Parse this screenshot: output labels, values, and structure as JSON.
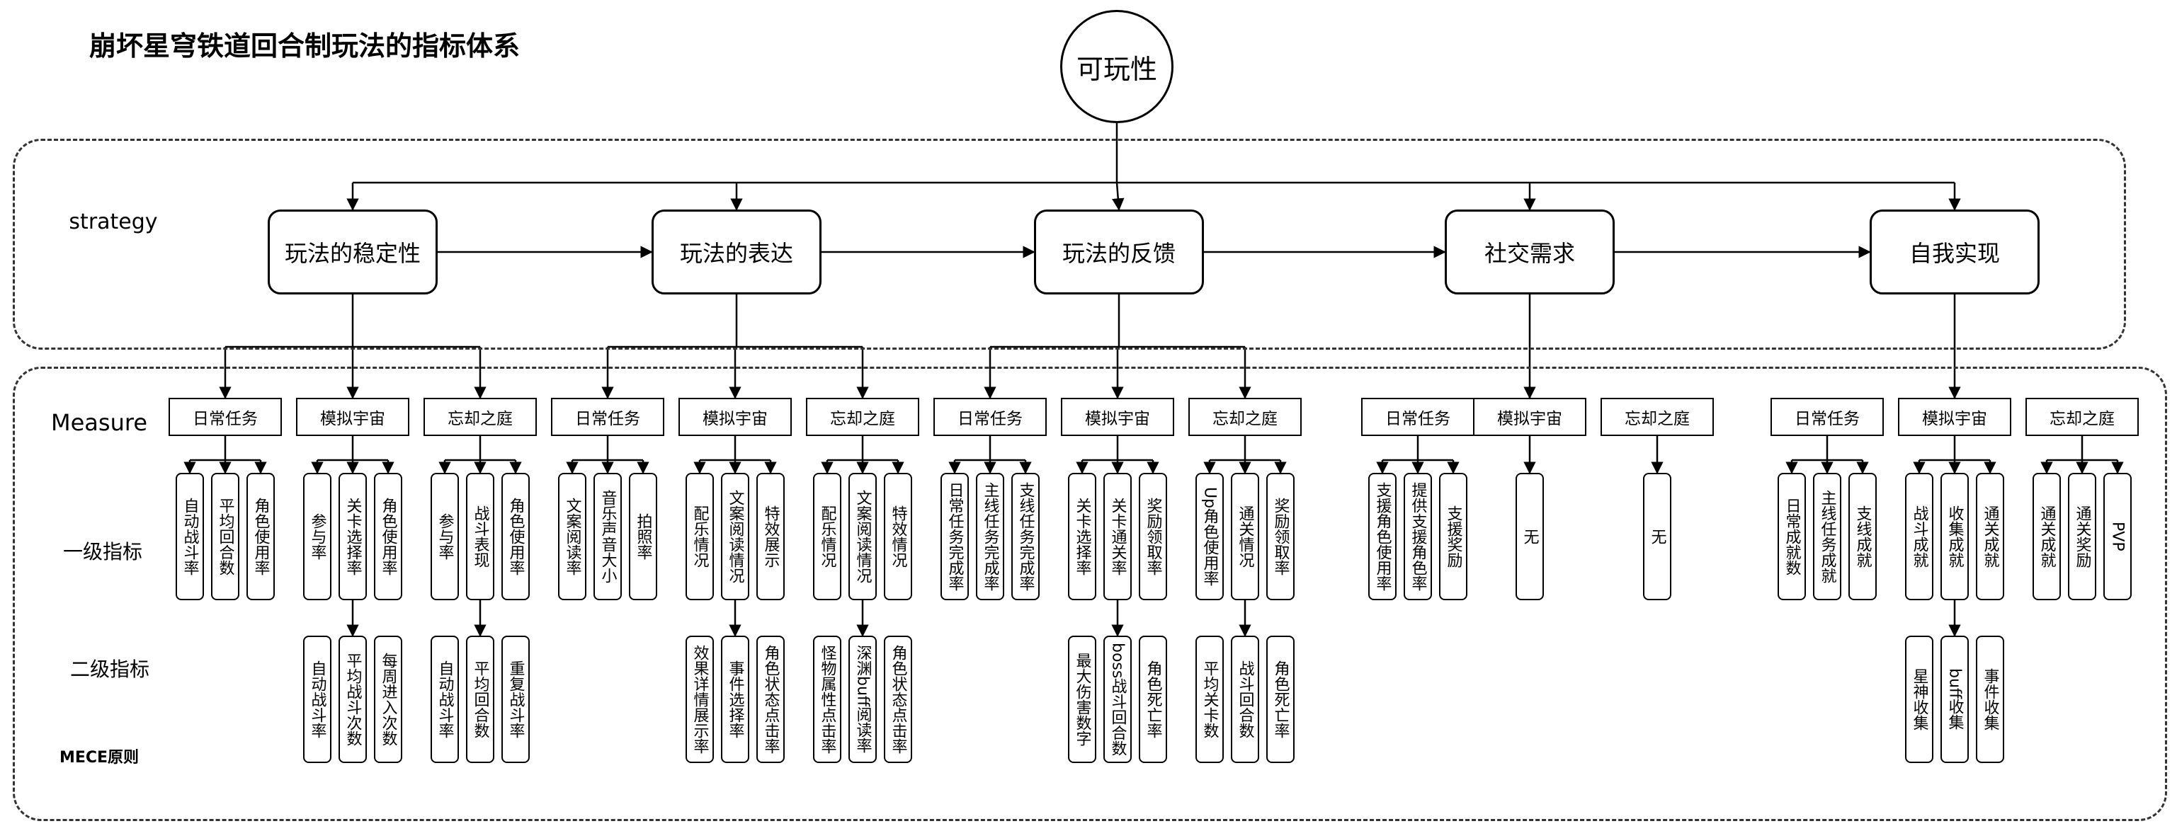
{
  "title": "崩坏星穹铁道回合制玩法的指标体系",
  "root_label": "可玩性",
  "row_labels": {
    "strategy": "strategy",
    "measure": "Measure",
    "level1": "一级指标",
    "level2": "二级指标",
    "mece": "MECE原则"
  },
  "strategies": [
    {
      "label": "玩法的稳定性",
      "measures": [
        {
          "label": "日常任务",
          "indicators": [
            {
              "l1": "自动战斗率",
              "l2": []
            },
            {
              "l1": "平均回合数",
              "l2": []
            },
            {
              "l1": "角色使用率",
              "l2": []
            }
          ]
        },
        {
          "label": "模拟宇宙",
          "indicators": [
            {
              "l1": "参与率",
              "l2": []
            },
            {
              "l1": "关卡选择率",
              "l2": [
                "自动战斗率",
                "平均战斗次数",
                "每周进入次数"
              ]
            },
            {
              "l1": "角色使用率",
              "l2": []
            }
          ]
        },
        {
          "label": "忘却之庭",
          "indicators": [
            {
              "l1": "参与率",
              "l2": []
            },
            {
              "l1": "战斗表现",
              "l2": [
                "自动战斗率",
                "平均回合数",
                "重复战斗率"
              ]
            },
            {
              "l1": "角色使用率",
              "l2": []
            }
          ]
        }
      ]
    },
    {
      "label": "玩法的表达",
      "measures": [
        {
          "label": "日常任务",
          "indicators": [
            {
              "l1": "文案阅读率",
              "l2": []
            },
            {
              "l1": "音乐声音大小",
              "l2": []
            },
            {
              "l1": "拍照率",
              "l2": []
            }
          ]
        },
        {
          "label": "模拟宇宙",
          "indicators": [
            {
              "l1": "配乐情况",
              "l2": []
            },
            {
              "l1": "文案阅读情况",
              "l2": [
                "效果详情展示率",
                "事件选择率",
                "角色状态点击率"
              ]
            },
            {
              "l1": "特效展示",
              "l2": []
            }
          ]
        },
        {
          "label": "忘却之庭",
          "indicators": [
            {
              "l1": "配乐情况",
              "l2": []
            },
            {
              "l1": "文案阅读情况",
              "l2": [
                "怪物属性点击率",
                "深渊buff阅读率",
                "角色状态点击率"
              ]
            },
            {
              "l1": "特效情况",
              "l2": []
            }
          ]
        }
      ]
    },
    {
      "label": "玩法的反馈",
      "measures": [
        {
          "label": "日常任务",
          "indicators": [
            {
              "l1": "日常任务完成率",
              "l2": []
            },
            {
              "l1": "主线任务完成率",
              "l2": []
            },
            {
              "l1": "支线任务完成率",
              "l2": []
            }
          ]
        },
        {
          "label": "模拟宇宙",
          "indicators": [
            {
              "l1": "关卡选择率",
              "l2": []
            },
            {
              "l1": "关卡通关率",
              "l2": [
                "最大伤害数字",
                "boss战斗回合数",
                "角色死亡率"
              ]
            },
            {
              "l1": "奖励领取率",
              "l2": []
            }
          ]
        },
        {
          "label": "忘却之庭",
          "indicators": [
            {
              "l1": "Up角色使用率",
              "l2": []
            },
            {
              "l1": "通关情况",
              "l2": [
                "平均关卡数",
                "战斗回合数",
                "角色死亡率"
              ]
            },
            {
              "l1": "奖励领取率",
              "l2": []
            }
          ]
        }
      ]
    },
    {
      "label": "社交需求",
      "measures": [
        {
          "label": "日常任务",
          "indicators": [
            {
              "l1": "支援角色使用率",
              "l2": []
            },
            {
              "l1": "提供支援角色率",
              "l2": []
            },
            {
              "l1": "支援奖励",
              "l2": []
            }
          ]
        },
        {
          "label": "模拟宇宙",
          "indicators": [
            {
              "l1": "无",
              "l2": []
            }
          ]
        },
        {
          "label": "忘却之庭",
          "indicators": [
            {
              "l1": "无",
              "l2": []
            }
          ]
        }
      ]
    },
    {
      "label": "自我实现",
      "measures": [
        {
          "label": "日常任务",
          "indicators": [
            {
              "l1": "日常成就数",
              "l2": []
            },
            {
              "l1": "主线任务成就",
              "l2": []
            },
            {
              "l1": "支线成就",
              "l2": []
            }
          ]
        },
        {
          "label": "模拟宇宙",
          "indicators": [
            {
              "l1": "战斗成就",
              "l2": []
            },
            {
              "l1": "收集成就",
              "l2": [
                "星神收集",
                "buff收集",
                "事件收集"
              ]
            },
            {
              "l1": "通关成就",
              "l2": []
            }
          ]
        },
        {
          "label": "忘却之庭",
          "indicators": [
            {
              "l1": "通关成就",
              "l2": []
            },
            {
              "l1": "通关奖励",
              "l2": []
            },
            {
              "l1": "PVP",
              "l2": []
            }
          ]
        }
      ]
    }
  ]
}
